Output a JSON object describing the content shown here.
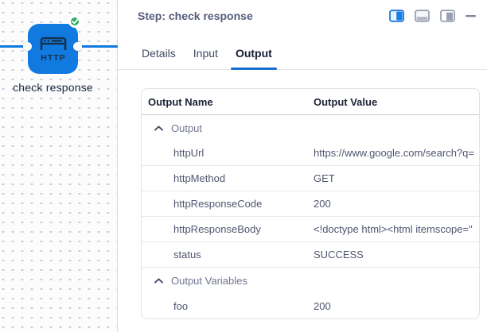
{
  "canvas": {
    "node": {
      "label": "check response",
      "icon_text": "HTTP",
      "status_icon": "check-circle-icon"
    }
  },
  "panel": {
    "title": "Step: check response",
    "controls": [
      "dock-right-icon",
      "dock-bottom-icon",
      "dock-float-icon",
      "minimize-icon"
    ],
    "tabs": [
      {
        "label": "Details",
        "active": false
      },
      {
        "label": "Input",
        "active": false
      },
      {
        "label": "Output",
        "active": true
      }
    ],
    "table": {
      "columns": [
        "Output Name",
        "Output Value"
      ],
      "rows": [
        {
          "type": "group",
          "name": "Output",
          "value": ""
        },
        {
          "type": "item",
          "name": "httpUrl",
          "value": "https://www.google.com/search?q="
        },
        {
          "type": "item",
          "name": "httpMethod",
          "value": "GET"
        },
        {
          "type": "item",
          "name": "httpResponseCode",
          "value": "200"
        },
        {
          "type": "item",
          "name": "httpResponseBody",
          "value": "<!doctype html><html itemscope=\""
        },
        {
          "type": "item",
          "name": "status",
          "value": "SUCCESS"
        },
        {
          "type": "group",
          "name": "Output Variables",
          "value": ""
        },
        {
          "type": "item",
          "name": "foo",
          "value": "200"
        }
      ]
    }
  },
  "colors": {
    "node_blue": "#107AE0",
    "badge_green": "#2EAC5E",
    "tab_accent": "#1A6FD3",
    "edge_blue": "#0E79DF"
  }
}
